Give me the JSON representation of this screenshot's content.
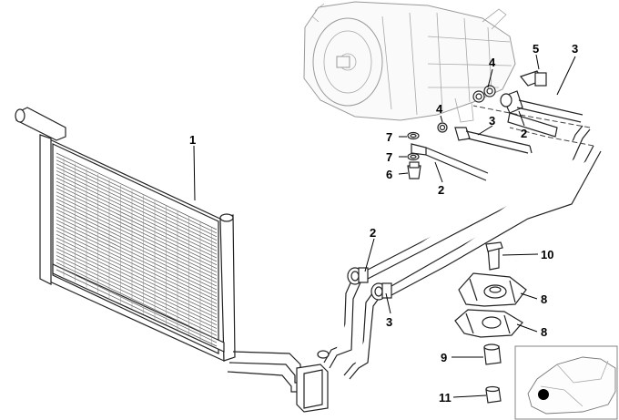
{
  "callouts": [
    {
      "id": "c1",
      "text": "1"
    },
    {
      "id": "c2a",
      "text": "2"
    },
    {
      "id": "c2b",
      "text": "2"
    },
    {
      "id": "c2c",
      "text": "2"
    },
    {
      "id": "c3a",
      "text": "3"
    },
    {
      "id": "c3b",
      "text": "3"
    },
    {
      "id": "c3c",
      "text": "3"
    },
    {
      "id": "c4a",
      "text": "4"
    },
    {
      "id": "c4b",
      "text": "4"
    },
    {
      "id": "c5",
      "text": "5"
    },
    {
      "id": "c6",
      "text": "6"
    },
    {
      "id": "c7a",
      "text": "7"
    },
    {
      "id": "c7b",
      "text": "7"
    },
    {
      "id": "c8a",
      "text": "8"
    },
    {
      "id": "c8b",
      "text": "8"
    },
    {
      "id": "c9",
      "text": "9"
    },
    {
      "id": "c10",
      "text": "10"
    },
    {
      "id": "c11",
      "text": "11"
    }
  ],
  "colors": {
    "line": "#222222",
    "transmission": "#9a9a9a",
    "marker": "#000000"
  }
}
